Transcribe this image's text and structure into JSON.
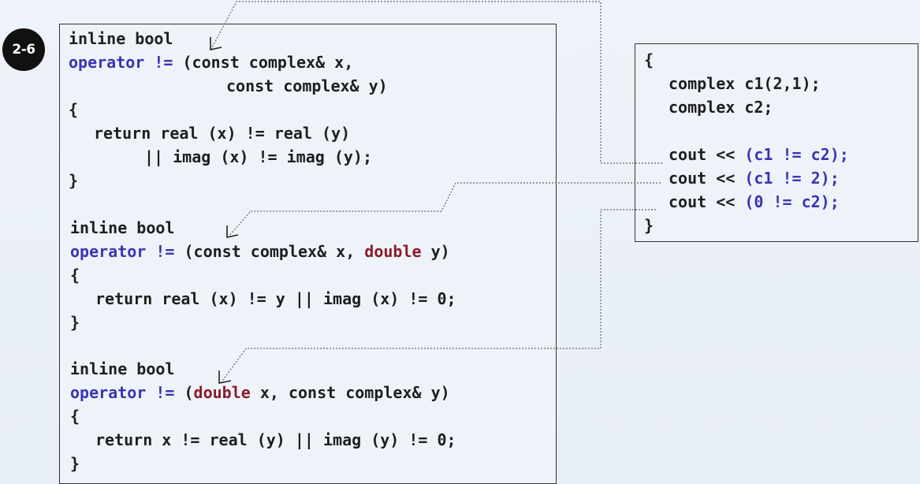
{
  "badge": {
    "label": "2-6"
  },
  "op1": {
    "line1": "inline bool",
    "op_kw": "operator !=",
    "params_a": " (const complex& x,",
    "params_b": "const complex& y)",
    "open": "{",
    "body1": "return real (x) != real (y)",
    "body2": "|| imag (x) != imag (y);",
    "close": "}"
  },
  "op2": {
    "line1": "inline bool",
    "op_kw": "operator !=",
    "params_a": " (const complex& x, ",
    "dbl": "double",
    "params_b": " y)",
    "open": "{",
    "body1": "return real (x) != y || imag (x) != 0;",
    "close": "}"
  },
  "op3": {
    "line1": "inline bool",
    "op_kw": "operator !=",
    "paren": " (",
    "dbl": "double",
    "params_b": " x, const complex& y)",
    "open": "{",
    "body1": "return x != real (y) || imag (y) != 0;",
    "close": "}"
  },
  "usage": {
    "open": "{",
    "line1": "complex c1(2,1);",
    "line2": "complex c2;",
    "cout1_pre": "cout << ",
    "cout1_expr": "(c1 != c2);",
    "cout2_pre": "cout << ",
    "cout2_expr": "(c1 != 2);",
    "cout3_pre": "cout << ",
    "cout3_expr": "(0 != c2);",
    "close": "}"
  }
}
